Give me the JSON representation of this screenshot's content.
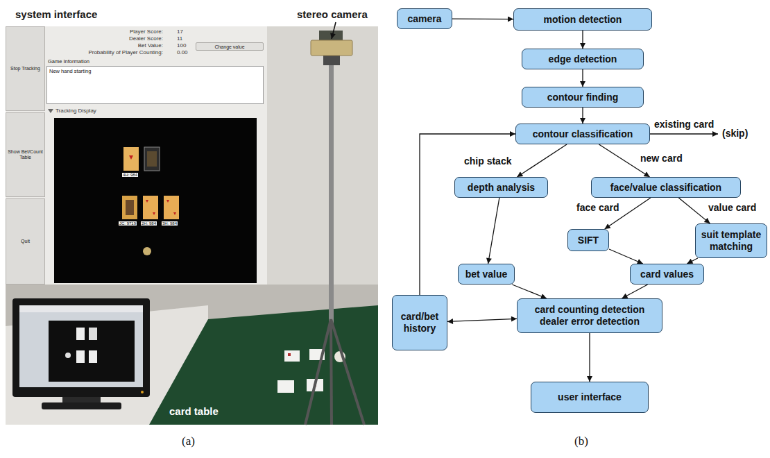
{
  "diagram": {
    "nodes": [
      {
        "text": [
          "Stop Tracking"
        ]
      },
      {
        "text": [
          "Show Bet/Count Table"
        ]
      },
      {
        "text": [
          "Quit"
        ]
      },
      {
        "text": [
          "Change value"
        ]
      },
      {
        "text": [
          "Game Information",
          "New hand starting"
        ]
      },
      {
        "text": [
          "camera"
        ]
      },
      {
        "text": [
          "motion detection"
        ]
      },
      {
        "text": [
          "edge detection"
        ]
      },
      {
        "text": [
          "contour finding"
        ]
      },
      {
        "text": [
          "contour classification"
        ]
      },
      {
        "text": [
          "depth analysis"
        ]
      },
      {
        "text": [
          "face/value classification"
        ]
      },
      {
        "text": [
          "SIFT"
        ]
      },
      {
        "text": [
          "suit template matching"
        ]
      },
      {
        "text": [
          "bet value"
        ]
      },
      {
        "text": [
          "card values"
        ]
      },
      {
        "text": [
          "card/bet history"
        ]
      },
      {
        "text": [
          "card counting detection",
          "dealer error detection"
        ]
      },
      {
        "text": [
          "user interface"
        ]
      }
    ],
    "edges": [
      {
        "from": 5,
        "to": 6,
        "arrow": "to"
      },
      {
        "from": 6,
        "to": 7,
        "arrow": "to"
      },
      {
        "from": 7,
        "to": 8,
        "arrow": "to"
      },
      {
        "from": 8,
        "to": 9,
        "arrow": "to"
      },
      {
        "from": 9,
        "to": 10,
        "label": "chip stack",
        "arrow": "to"
      },
      {
        "from": 9,
        "to": 11,
        "label": "new card",
        "arrow": "to"
      },
      {
        "from": 11,
        "to": 12,
        "label": "face card",
        "arrow": "to"
      },
      {
        "from": 11,
        "to": 13,
        "label": "value card",
        "arrow": "to"
      },
      {
        "from": 10,
        "to": 14,
        "arrow": "to"
      },
      {
        "from": 12,
        "to": 15,
        "arrow": "to"
      },
      {
        "from": 13,
        "to": 15,
        "arrow": "to"
      },
      {
        "from": 14,
        "to": 17,
        "arrow": "to"
      },
      {
        "from": 15,
        "to": 17,
        "arrow": "to"
      },
      {
        "from": 17,
        "to": 18,
        "arrow": "to"
      },
      {
        "from": 16,
        "to": 17,
        "arrow": "both"
      },
      {
        "from": 16,
        "to": 9,
        "arrow": "to"
      }
    ],
    "labels": [
      "system interface",
      "Player Score:",
      "17",
      "Dealer Score:",
      "11",
      "Bet Value:",
      "100",
      "Probability of Player Counting:",
      "0.00",
      "Tracking Display",
      "4H: 984",
      "JC: 9719",
      "2H: 984",
      "3H: 984",
      "stereo camera",
      "card table",
      "(a)",
      "existing card",
      "(skip)",
      "(b)"
    ]
  }
}
